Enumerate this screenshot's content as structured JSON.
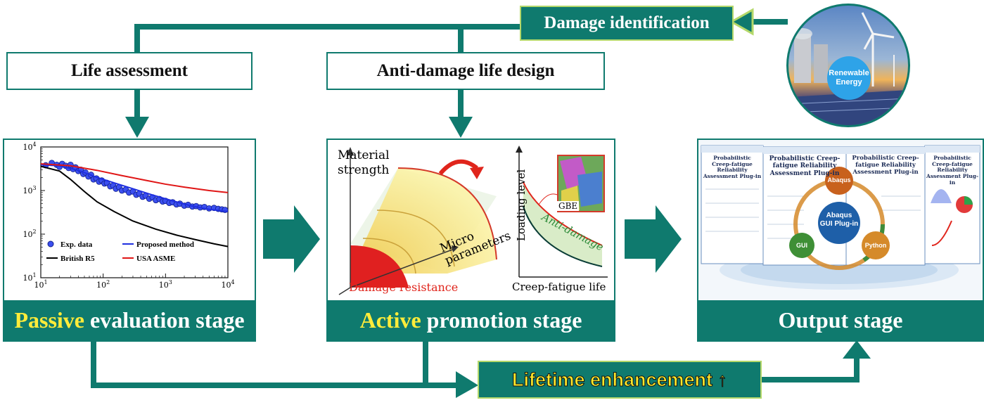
{
  "labels": {
    "damage_identification": "Damage identification",
    "life_assessment": "Life assessment",
    "anti_damage_design": "Anti-damage life design",
    "lifetime_enhancement": "Lifetime enhancement ↑"
  },
  "stages": {
    "passive": {
      "highlight": "Passive",
      "rest": " evaluation stage"
    },
    "active": {
      "highlight": "Active",
      "rest": " promotion stage"
    },
    "output": {
      "title": "Output stage"
    }
  },
  "renewable": "Renewable Energy",
  "chart_data": {
    "type": "scatter",
    "x_scale": "log",
    "y_scale": "log",
    "xlim": [
      10,
      10000
    ],
    "ylim": [
      10,
      10000
    ],
    "xticks": [
      "10^1",
      "10^2",
      "10^3",
      "10^4"
    ],
    "yticks": [
      "10^1",
      "10^2",
      "10^3",
      "10^4"
    ],
    "legend": [
      {
        "name": "Exp. data",
        "color": "#1f2fe0"
      },
      {
        "name": "Proposed method",
        "color": "#1f2fe0"
      },
      {
        "name": "British R5",
        "color": "#000000"
      },
      {
        "name": "USA ASME",
        "color": "#e01616"
      }
    ],
    "series": [
      {
        "name": "Exp. data",
        "kind": "points",
        "x": [
          12,
          15,
          18,
          20,
          22,
          25,
          28,
          30,
          33,
          36,
          40,
          44,
          48,
          52,
          58,
          64,
          70,
          78,
          86,
          95,
          105,
          115,
          130,
          145,
          160,
          180,
          200,
          230,
          260,
          300,
          340,
          380,
          430,
          480,
          550,
          620,
          700,
          800,
          900,
          1000,
          1150,
          1300,
          1500,
          1700,
          2000,
          2300,
          2700,
          3100,
          3600,
          4200,
          5000,
          6000,
          7000,
          8000,
          9000
        ],
        "y": [
          3800,
          4300,
          3900,
          3500,
          4100,
          3700,
          3300,
          3900,
          3100,
          3400,
          2800,
          3000,
          2400,
          2600,
          2100,
          2300,
          1800,
          1900,
          1600,
          1700,
          1450,
          1500,
          1250,
          1300,
          1100,
          1200,
          1000,
          1050,
          900,
          950,
          800,
          850,
          720,
          760,
          650,
          700,
          600,
          640,
          560,
          580,
          520,
          540,
          480,
          500,
          450,
          470,
          430,
          440,
          410,
          420,
          390,
          400,
          380,
          370,
          360
        ]
      },
      {
        "name": "Proposed method",
        "kind": "line",
        "x": [
          10,
          20,
          40,
          80,
          150,
          300,
          600,
          1200,
          2500,
          5000,
          10000
        ],
        "y": [
          3900,
          3700,
          2900,
          2000,
          1500,
          1100,
          800,
          600,
          450,
          370,
          330
        ]
      },
      {
        "name": "British R5",
        "kind": "line",
        "x": [
          10,
          20,
          30,
          50,
          80,
          150,
          300,
          700,
          1500,
          3000,
          6000,
          10000
        ],
        "y": [
          3600,
          2800,
          1800,
          950,
          550,
          330,
          200,
          130,
          95,
          75,
          60,
          52
        ]
      },
      {
        "name": "USA ASME",
        "kind": "line",
        "x": [
          10,
          30,
          80,
          200,
          500,
          1000,
          2000,
          5000,
          10000
        ],
        "y": [
          4100,
          3700,
          2900,
          2200,
          1700,
          1400,
          1200,
          1000,
          900
        ]
      }
    ]
  },
  "quarter": {
    "ylabel": "Material strength",
    "xlabel": "Micro parameters",
    "zlabel": "Damage resistance"
  },
  "creep": {
    "ylabel": "Loading level",
    "xlabel": "Creep-fatigue life",
    "band_label": "Anti-damage",
    "inset_label": "GBE"
  },
  "plugin": {
    "center": "Abaqus GUI Plug-in",
    "nodes": [
      "Abaqus",
      "GUI",
      "Python"
    ],
    "window_title": "Probabilistic Creep-fatigue Reliability Assessment Plug-in",
    "win1_title": "Probabilistic Creep-fatigue Reliability Assessment Plug-in",
    "win3_title": "Probabilistic Creep-fatigue Reliability Assessment Plug-in",
    "win4_title": "Probabilistic Creep-fatigue Reliability Assessment Plug-in"
  }
}
